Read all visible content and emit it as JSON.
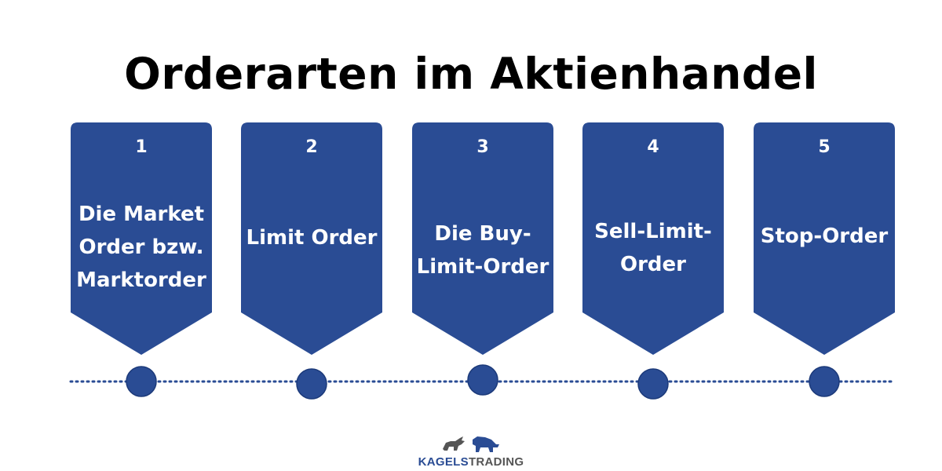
{
  "title": "Orderarten im Aktienhandel",
  "colors": {
    "box": "#2a4c94",
    "dots": "#2a4c94",
    "title": "#000000"
  },
  "steps": [
    {
      "number": "1",
      "label": "Die Market Order bzw. Marktorder"
    },
    {
      "number": "2",
      "label": "Limit Order"
    },
    {
      "number": "3",
      "label": "Die Buy-Limit-Order"
    },
    {
      "number": "4",
      "label": "Sell-Limit-Order"
    },
    {
      "number": "5",
      "label": "Stop-Order"
    }
  ],
  "logo": {
    "part1": "KAGELS",
    "part2": "TRADING",
    "icon": "bull-and-bear-icon"
  }
}
